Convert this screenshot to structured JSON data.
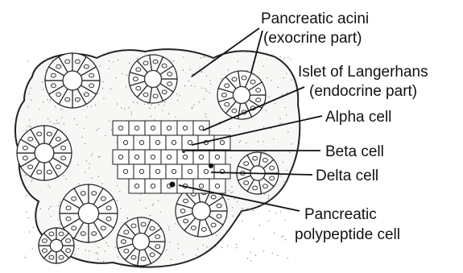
{
  "labels": {
    "acini": [
      "Pancreatic acini",
      "(exocrine part)"
    ],
    "islet": [
      "Islet of Langerhans",
      "(endocrine part)"
    ],
    "alpha": "Alpha cell",
    "beta": "Beta cell",
    "delta": "Delta cell",
    "pp": [
      "Pancreatic",
      "polypeptide cell"
    ]
  }
}
